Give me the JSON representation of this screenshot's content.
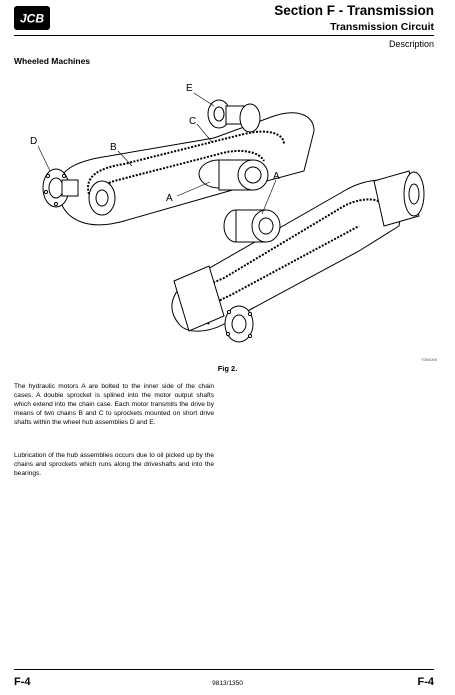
{
  "header": {
    "logo_text": "JCB",
    "section_title": "Section F - Transmission",
    "section_subtitle": "Transmission Circuit",
    "page_label": "Description"
  },
  "content": {
    "heading": "Wheeled Machines",
    "figure": {
      "caption": "Fig 2.",
      "code": "T054000",
      "labels": [
        "E",
        "C",
        "D",
        "B",
        "A",
        "A"
      ]
    },
    "paragraphs": [
      "The hydraulic motors A are bolted to the inner side of the chain cases. A double sprocket is splined into the motor output shafts which extend into the chain case. Each motor transmits the drive by means of two chains B and C to sprockets mounted on short drive shafts within the wheel hub assemblies D and E.",
      "Lubrication of the hub assemblies occurs due to oil picked up by the chains and sprockets which runs along the driveshafts and into the bearings."
    ]
  },
  "footer": {
    "page_left": "F-4",
    "doc_number": "9813/1350",
    "page_right": "F-4"
  }
}
